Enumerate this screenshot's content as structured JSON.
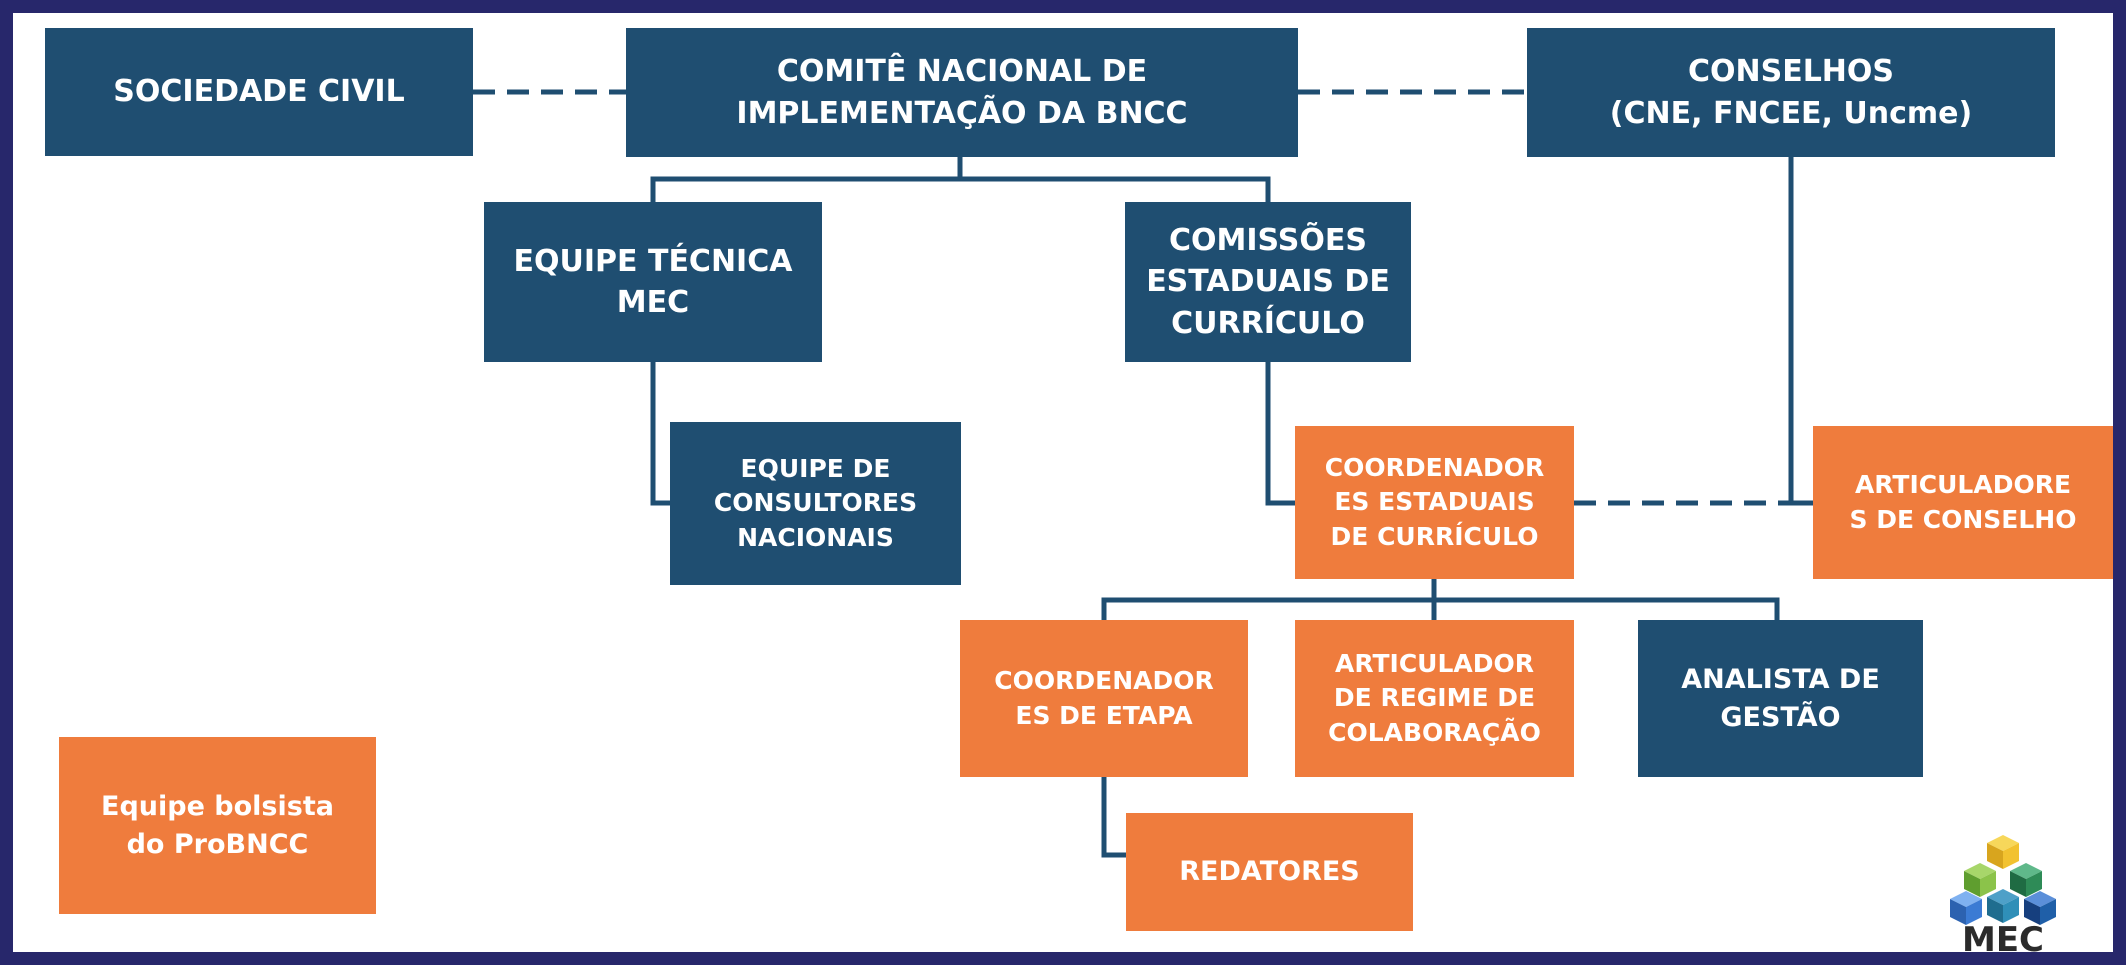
{
  "colors": {
    "frame": "#27276b",
    "background": "#ffffff",
    "blue_box": "#1f4e71",
    "orange_box": "#ef7c3d",
    "connector": "#1f4e71"
  },
  "nodes": {
    "sociedade_civil": "SOCIEDADE CIVIL",
    "comite": "COMITÊ NACIONAL DE\nIMPLEMENTAÇÃO DA BNCC",
    "conselhos": "CONSELHOS\n(CNE, FNCEE, Uncme)",
    "equipe_tecnica": "EQUIPE TÉCNICA\nMEC",
    "comissoes": "COMISSÕES\nESTADUAIS DE\nCURRÍCULO",
    "consultores": "EQUIPE DE\nCONSULTORES\nNACIONAIS",
    "coord_estaduais": "COORDENADOR\nES ESTADUAIS\nDE CURRÍCULO",
    "articuladores_conselho": "ARTICULADORE\nS DE CONSELHO",
    "coord_etapa": "COORDENADOR\nES DE ETAPA",
    "articulador_regime": "ARTICULADOR\nDE REGIME DE\nCOLABORAÇÃO",
    "analista": "ANALISTA DE\nGESTÃO",
    "redatores": "REDATORES",
    "legend": "Equipe bolsista\ndo ProBNCC"
  },
  "connections": [
    {
      "from": "sociedade_civil",
      "to": "comite",
      "style": "dashed"
    },
    {
      "from": "comite",
      "to": "conselhos",
      "style": "dashed"
    },
    {
      "from": "comite",
      "to": "equipe_tecnica",
      "style": "solid"
    },
    {
      "from": "comite",
      "to": "comissoes",
      "style": "solid"
    },
    {
      "from": "equipe_tecnica",
      "to": "consultores",
      "style": "solid"
    },
    {
      "from": "comissoes",
      "to": "coord_estaduais",
      "style": "solid"
    },
    {
      "from": "conselhos",
      "to": "articuladores_conselho",
      "style": "solid"
    },
    {
      "from": "coord_estaduais",
      "to": "articuladores_conselho",
      "style": "dashed"
    },
    {
      "from": "coord_estaduais",
      "to": "coord_etapa",
      "style": "solid"
    },
    {
      "from": "coord_estaduais",
      "to": "articulador_regime",
      "style": "solid"
    },
    {
      "from": "coord_estaduais",
      "to": "analista",
      "style": "solid"
    },
    {
      "from": "coord_etapa",
      "to": "redatores",
      "style": "solid"
    }
  ],
  "logo": {
    "text": "MEC",
    "icon": "stacked-cubes-icon",
    "cube_colors": [
      "#f2c230",
      "#8bc34a",
      "#2e8b57",
      "#3b7bd4",
      "#1f5fa8"
    ]
  }
}
